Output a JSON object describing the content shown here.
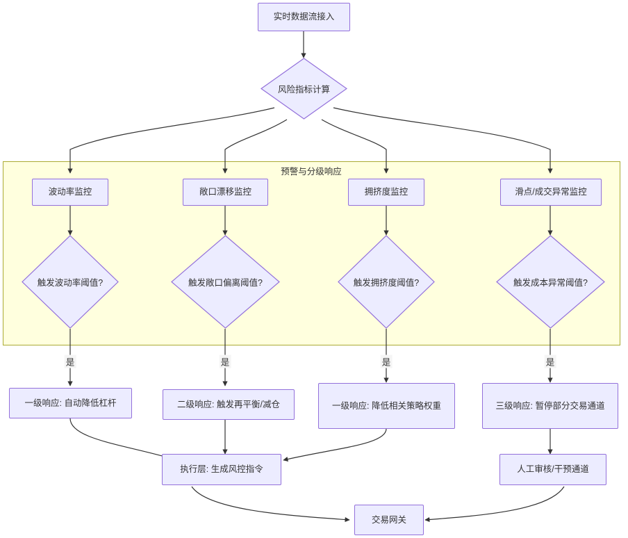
{
  "diagram": {
    "title_node": "实时数据流接入",
    "type": "flowchart",
    "colors": {
      "node_fill": "#ececff",
      "node_stroke": "#9370db",
      "cluster_fill": "#ffffde",
      "cluster_stroke": "#aaaa33",
      "edge_stroke": "#333333",
      "text": "#333333"
    },
    "cluster": {
      "label": "预警与分级响应"
    },
    "nodes": {
      "ingest": "实时数据流接入",
      "risk_calc": "风险指标计算",
      "monitor_vol": "波动率监控",
      "monitor_drift": "敞口漂移监控",
      "monitor_crowd": "拥挤度监控",
      "monitor_slip": "滑点/成交异常监控",
      "decide_vol": "触发波动率阈值?",
      "decide_drift": "触发敞口偏离阈值?",
      "decide_crowd": "触发拥挤度阈值?",
      "decide_slip": "触发成本异常阈值?",
      "resp_vol": "一级响应: 自动降低杠杆",
      "resp_drift": "二级响应: 触发再平衡/减仓",
      "resp_crowd": "一级响应: 降低相关策略权重",
      "resp_slip": "三级响应: 暂停部分交易通道",
      "exec_layer": "执行层: 生成风控指令",
      "manual_review": "人工审核/干预通道",
      "gateway": "交易网关"
    },
    "edge_labels": {
      "yes_vol": "是",
      "yes_drift": "是",
      "yes_crowd": "是",
      "yes_slip": "是"
    }
  }
}
